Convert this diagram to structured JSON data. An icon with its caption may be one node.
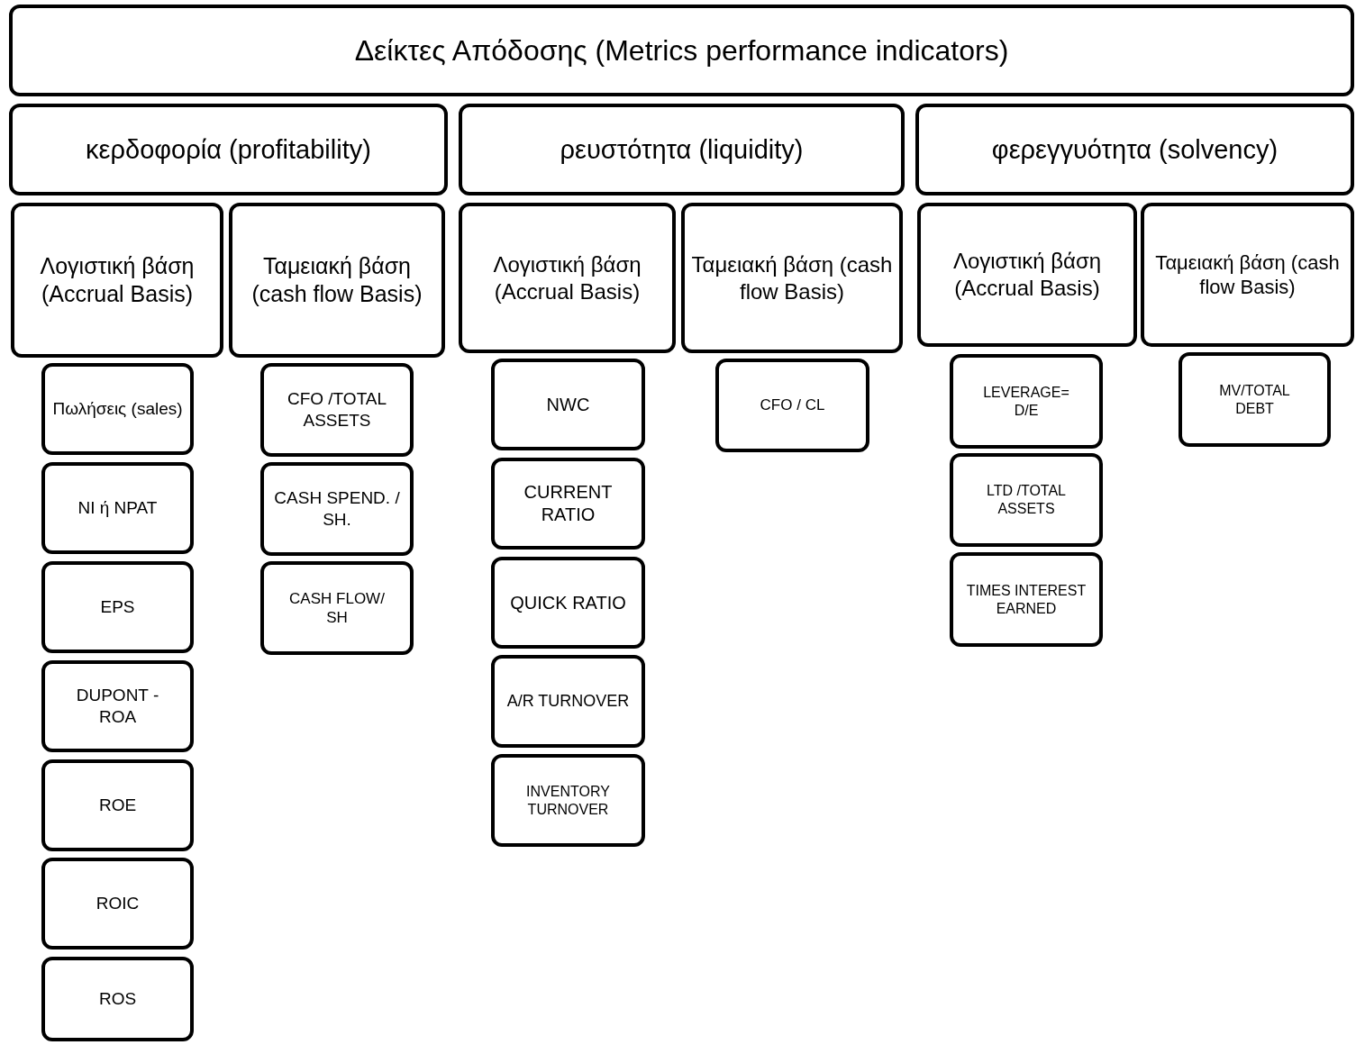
{
  "diagram": {
    "nodes": [
      {
        "text": [
          "Δείκτες Απόδοσης (Metrics performance indicators)"
        ]
      },
      {
        "text": [
          "κερδοφορία (profitability)"
        ]
      },
      {
        "text": [
          "ρευστότητα (liquidity)"
        ]
      },
      {
        "text": [
          "φερεγγυότητα (solvency)"
        ]
      },
      {
        "text": [
          "Λογιστική βάση (Accrual Basis)"
        ]
      },
      {
        "text": [
          "Ταμειακή βάση (cash flow Basis)"
        ]
      },
      {
        "text": [
          "Λογιστική βάση (Accrual Basis)"
        ]
      },
      {
        "text": [
          "Ταμειακή βάση (cash flow Basis)"
        ]
      },
      {
        "text": [
          "Λογιστική βάση (Accrual Basis)"
        ]
      },
      {
        "text": [
          "Ταμειακή βάση (cash flow Basis)"
        ]
      },
      {
        "text": [
          "Πωλήσεις (sales)"
        ]
      },
      {
        "text": [
          "NI ή NPAT"
        ]
      },
      {
        "text": [
          "EPS"
        ]
      },
      {
        "text": [
          "DUPONT - ROA"
        ]
      },
      {
        "text": [
          "ROE"
        ]
      },
      {
        "text": [
          "ROIC"
        ]
      },
      {
        "text": [
          "ROS"
        ]
      },
      {
        "text": [
          "CFO /TOTAL ASSETS"
        ]
      },
      {
        "text": [
          "CASH SPEND. / SH."
        ]
      },
      {
        "text": [
          "CASH FLOW/ SH"
        ]
      },
      {
        "text": [
          "NWC"
        ]
      },
      {
        "text": [
          "CURRENT RATIO"
        ]
      },
      {
        "text": [
          "QUICK RATIO"
        ]
      },
      {
        "text": [
          "A/R TURNOVER"
        ]
      },
      {
        "text": [
          "INVENTORY TURNOVER"
        ]
      },
      {
        "text": [
          "CFO / CL"
        ]
      },
      {
        "text": [
          "LEVERAGE= D/E"
        ]
      },
      {
        "text": [
          "LTD /TOTAL ASSETS"
        ]
      },
      {
        "text": [
          "TIMES INTEREST EARNED"
        ]
      },
      {
        "text": [
          "MV/TOTAL DEBT"
        ]
      }
    ]
  }
}
